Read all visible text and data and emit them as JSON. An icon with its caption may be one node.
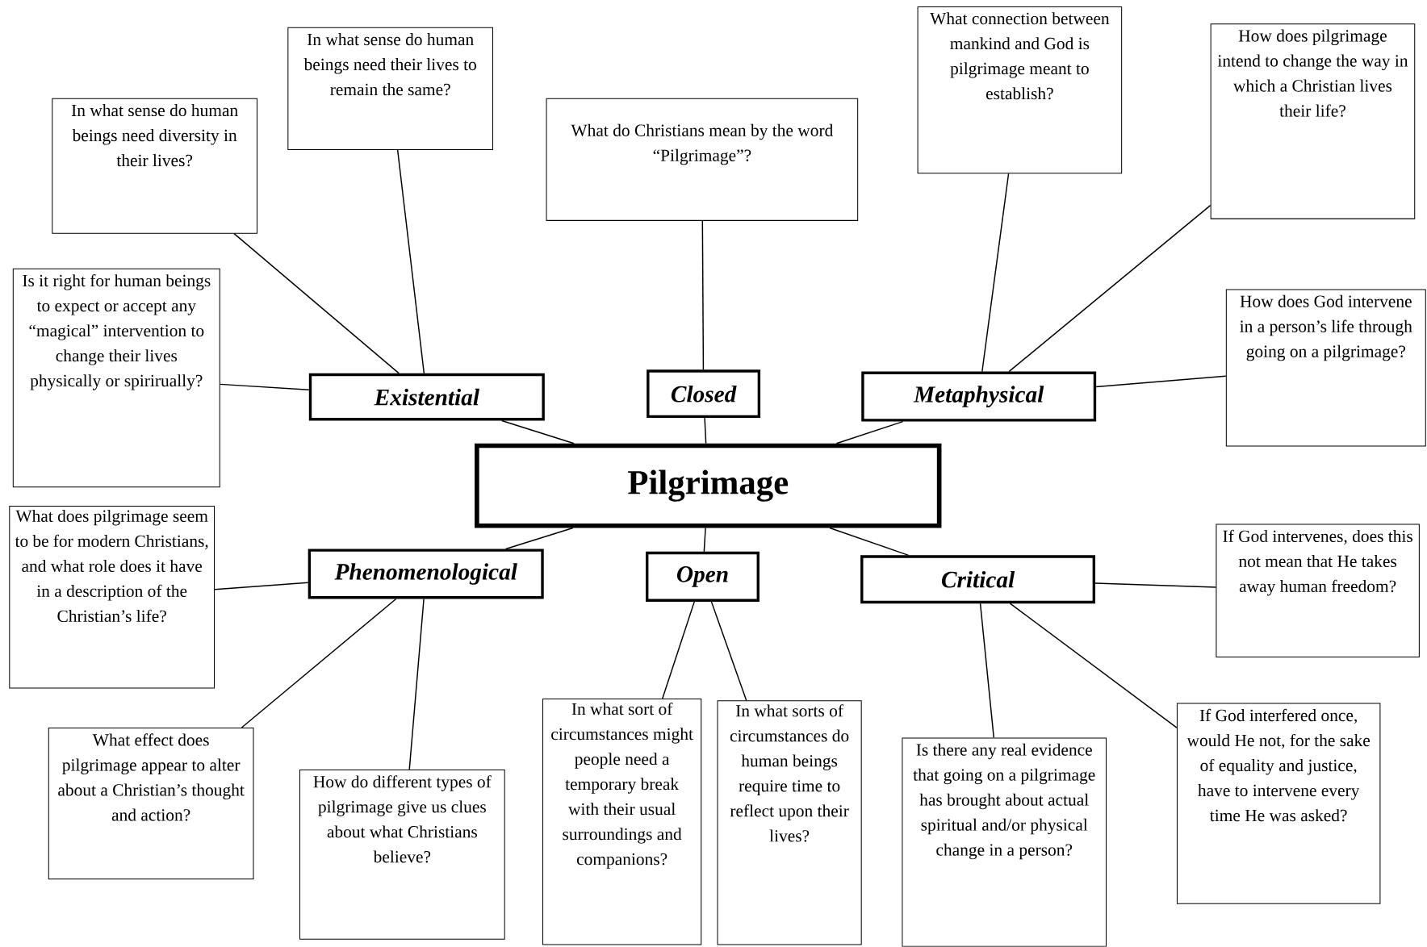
{
  "diagram": {
    "nodes": [
      {
        "text": [
          "Pilgrimage"
        ]
      },
      {
        "text": [
          "Existential"
        ]
      },
      {
        "text": [
          "Closed"
        ]
      },
      {
        "text": [
          "Metaphysical"
        ]
      },
      {
        "text": [
          "Phenomenological"
        ]
      },
      {
        "text": [
          "Open"
        ]
      },
      {
        "text": [
          "Critical"
        ]
      },
      {
        "text": [
          "In what sense do human beings need diversity in their lives?"
        ]
      },
      {
        "text": [
          "In what sense do human beings need their lives to remain the same?"
        ]
      },
      {
        "text": [
          "Is it right for human beings to expect or accept any “magical” intervention to change their lives physically or spirirually?"
        ]
      },
      {
        "text": [
          "What do Christians mean by the word “Pilgrimage”?"
        ]
      },
      {
        "text": [
          "What connection between mankind and God is pilgrimage meant to establish?"
        ]
      },
      {
        "text": [
          "How does pilgrimage intend to change the way in which a Christian lives their life?"
        ]
      },
      {
        "text": [
          "How does God intervene in a person’s life through going on a pilgrimage?"
        ]
      },
      {
        "text": [
          "What does pilgrimage seem to be for modern Christians, and what role does it have in a description of the Christian’s life?"
        ]
      },
      {
        "text": [
          "If God intervenes, does this not mean that He takes away human freedom?"
        ]
      },
      {
        "text": [
          "What effect does pilgrimage appear to alter about a Christian’s thought and action?"
        ]
      },
      {
        "text": [
          "How do different types of pilgrimage give us clues about what Christians believe?"
        ]
      },
      {
        "text": [
          "In what sort of circumstances might people need a temporary break with their usual surroundings and companions?"
        ]
      },
      {
        "text": [
          "In what sorts of circumstances do human beings require time to reflect upon their lives?"
        ]
      },
      {
        "text": [
          "Is there any real evidence that going on a pilgrimage has brought about actual spiritual and/or physical change in a person?"
        ]
      },
      {
        "text": [
          "If God interfered once, would He not, for the sake of equality and justice, have to intervene every time He was asked?"
        ]
      }
    ],
    "edges": [
      {
        "from": 0,
        "to": 1,
        "arrow": "none"
      },
      {
        "from": 0,
        "to": 2,
        "arrow": "none"
      },
      {
        "from": 0,
        "to": 3,
        "arrow": "none"
      },
      {
        "from": 0,
        "to": 4,
        "arrow": "none"
      },
      {
        "from": 0,
        "to": 5,
        "arrow": "none"
      },
      {
        "from": 0,
        "to": 6,
        "arrow": "none"
      },
      {
        "from": 1,
        "to": 7,
        "arrow": "none"
      },
      {
        "from": 1,
        "to": 8,
        "arrow": "none"
      },
      {
        "from": 1,
        "to": 9,
        "arrow": "none"
      },
      {
        "from": 2,
        "to": 10,
        "arrow": "none"
      },
      {
        "from": 3,
        "to": 11,
        "arrow": "none"
      },
      {
        "from": 3,
        "to": 12,
        "arrow": "none"
      },
      {
        "from": 3,
        "to": 13,
        "arrow": "none"
      },
      {
        "from": 4,
        "to": 14,
        "arrow": "none"
      },
      {
        "from": 4,
        "to": 16,
        "arrow": "none"
      },
      {
        "from": 4,
        "to": 17,
        "arrow": "none"
      },
      {
        "from": 5,
        "to": 18,
        "arrow": "none"
      },
      {
        "from": 5,
        "to": 19,
        "arrow": "none"
      },
      {
        "from": 6,
        "to": 15,
        "arrow": "none"
      },
      {
        "from": 6,
        "to": 20,
        "arrow": "none"
      },
      {
        "from": 6,
        "to": 21,
        "arrow": "none"
      }
    ]
  }
}
